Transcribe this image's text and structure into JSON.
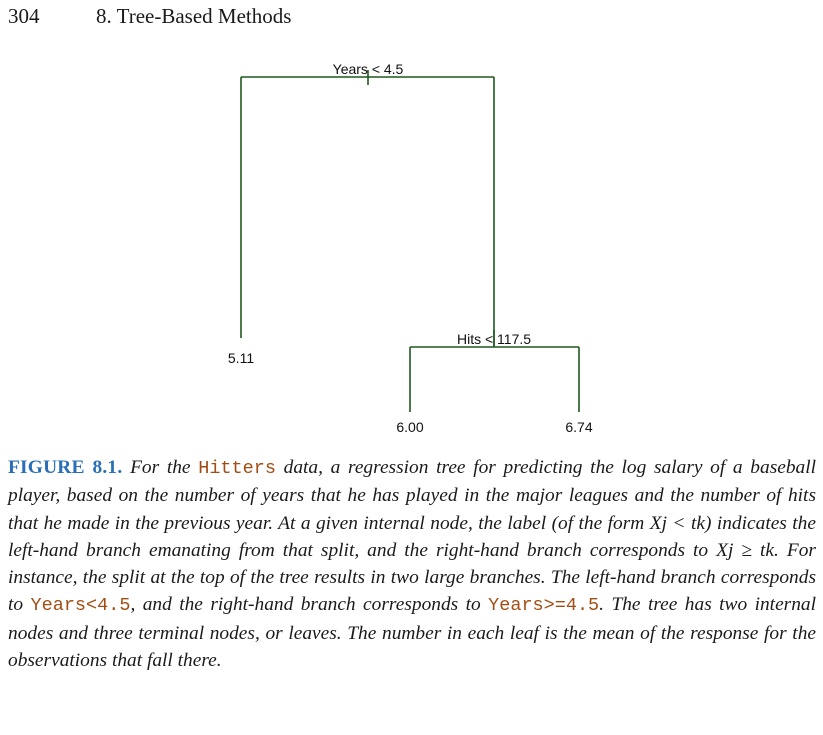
{
  "header": {
    "page_number": "304",
    "running_head": "8. Tree-Based Methods"
  },
  "tree": {
    "root_split": "Years < 4.5",
    "right_split": "Hits < 117.5",
    "leaves": {
      "left": "5.11",
      "right_left": "6.00",
      "right_right": "6.74"
    },
    "line_color": "#1e5a1e"
  },
  "caption": {
    "label": "FIGURE 8.1.",
    "t1": " For the ",
    "code_hitters": "Hitters",
    "t2": " data, a regression tree for predicting the log salary of a baseball player, based on the number of years that he has played in the major leagues and the number of hits that he made in the previous year. At a given internal node, the label (of the form ",
    "math_split": "Xj < tk",
    "t3": ") indicates the left-hand branch emanating from that split, and the right-hand branch corresponds to ",
    "math_right": "Xj ≥ tk",
    "t4": ". For instance, the split at the top of the tree results in two large branches. The left-hand branch corresponds to ",
    "code_years_lt": "Years<4.5",
    "t5": ", and the right-hand branch corresponds to ",
    "code_years_ge": "Years>=4.5",
    "t6": ". The tree has two internal nodes and three terminal nodes, or leaves. The number in each leaf is the mean of the response for the observations that fall there."
  }
}
